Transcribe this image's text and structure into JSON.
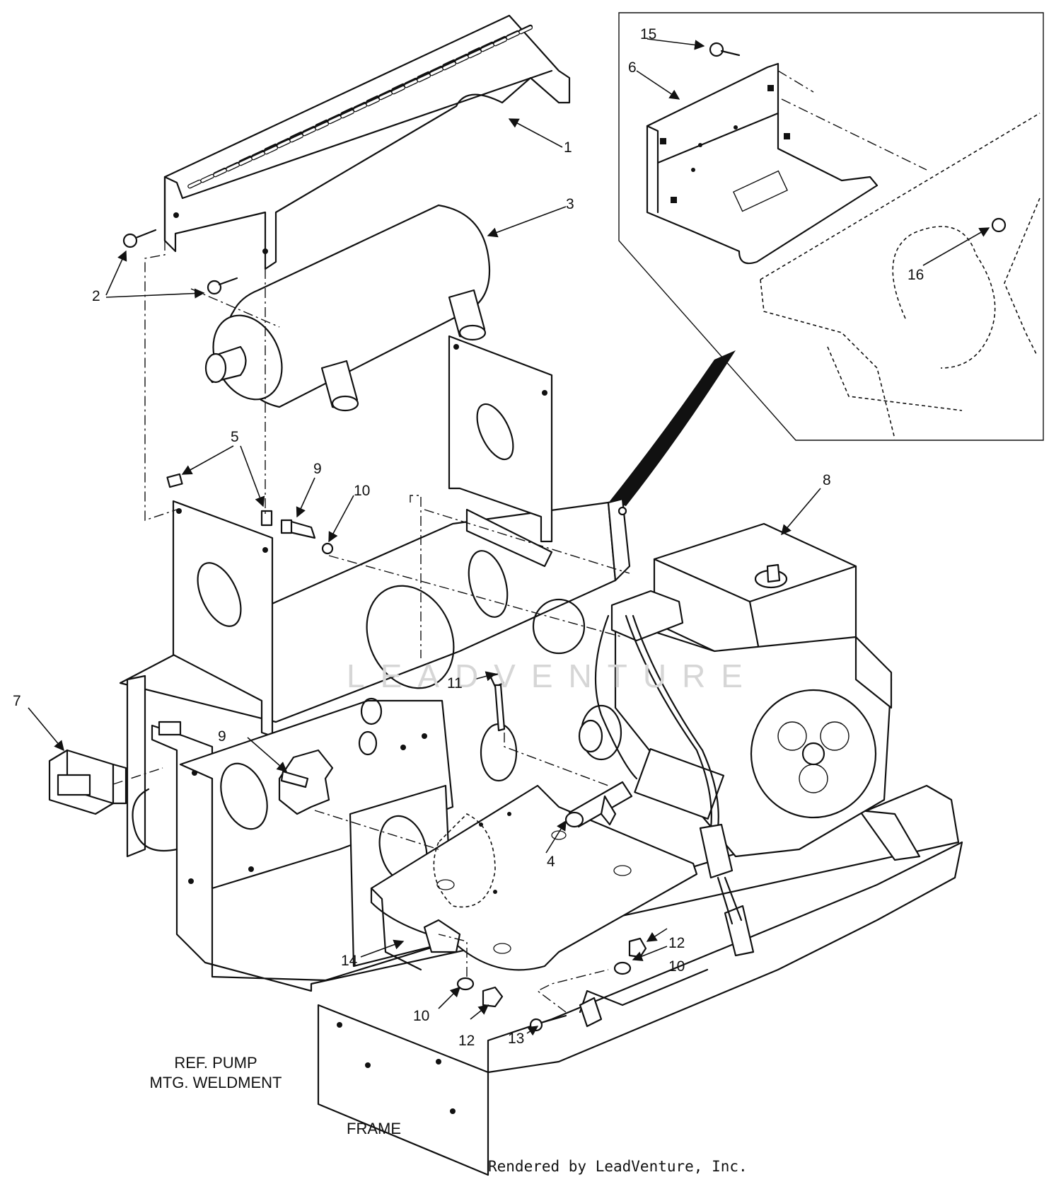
{
  "diagram": {
    "callouts": [
      {
        "id": "c1",
        "text": "1"
      },
      {
        "id": "c2",
        "text": "2"
      },
      {
        "id": "c3",
        "text": "3"
      },
      {
        "id": "c4",
        "text": "4"
      },
      {
        "id": "c5",
        "text": "5"
      },
      {
        "id": "c6",
        "text": "6"
      },
      {
        "id": "c7",
        "text": "7"
      },
      {
        "id": "c8",
        "text": "8"
      },
      {
        "id": "c9a",
        "text": "9"
      },
      {
        "id": "c9b",
        "text": "9"
      },
      {
        "id": "c10a",
        "text": "10"
      },
      {
        "id": "c10b",
        "text": "10"
      },
      {
        "id": "c10c",
        "text": "10"
      },
      {
        "id": "c11",
        "text": "11"
      },
      {
        "id": "c12a",
        "text": "12"
      },
      {
        "id": "c12b",
        "text": "12"
      },
      {
        "id": "c13",
        "text": "13"
      },
      {
        "id": "c14",
        "text": "14"
      },
      {
        "id": "c15",
        "text": "15"
      },
      {
        "id": "c16",
        "text": "16"
      }
    ],
    "labels": {
      "ref_pump_line1": "REF. PUMP",
      "ref_pump_line2": "MTG. WELDMENT",
      "frame": "FRAME"
    },
    "watermark": "LEADVENTURE",
    "credit": "Rendered by LeadVenture, Inc."
  }
}
